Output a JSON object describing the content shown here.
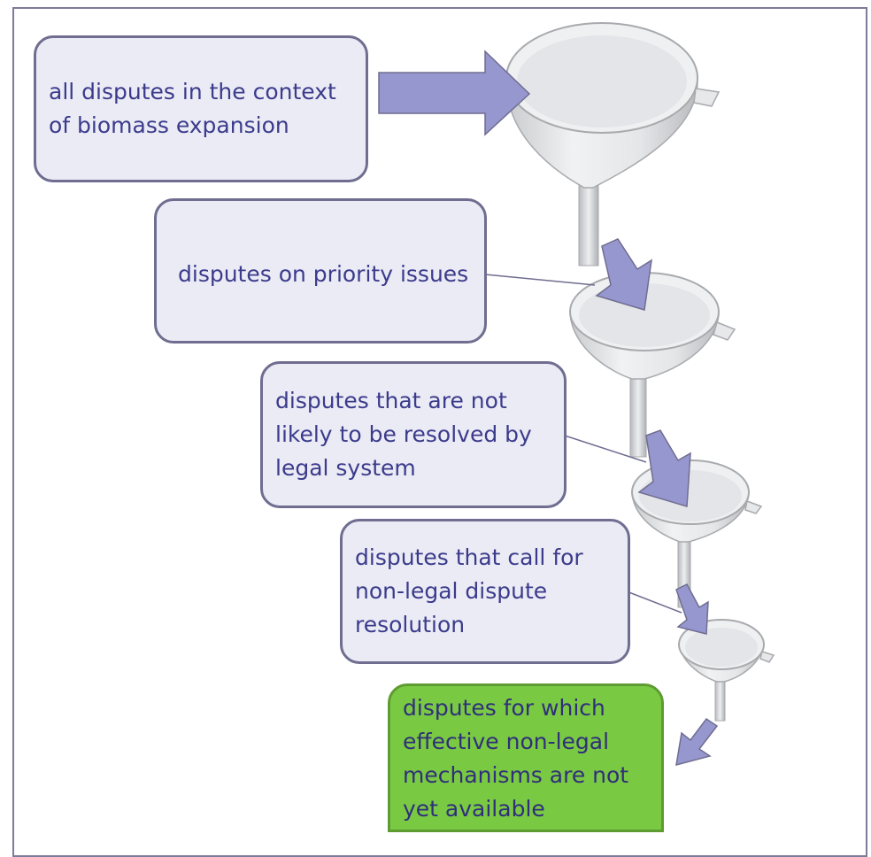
{
  "diagram": {
    "stages": [
      {
        "label": "all disputes in the context of biomass expansion"
      },
      {
        "label": "disputes on priority issues"
      },
      {
        "label": "disputes that are not likely to be resolved by legal system"
      },
      {
        "label": "disputes that call for non-legal dispute resolution"
      },
      {
        "label": "disputes for which effective non-legal mechanisms are not yet available"
      }
    ],
    "colors": {
      "box_fill": "#ebebf5",
      "box_border": "#6f6d90",
      "text": "#3b3b8c",
      "arrow": "#9797cf",
      "final_fill": "#7ac943",
      "funnel": "#e2e4e6"
    }
  }
}
